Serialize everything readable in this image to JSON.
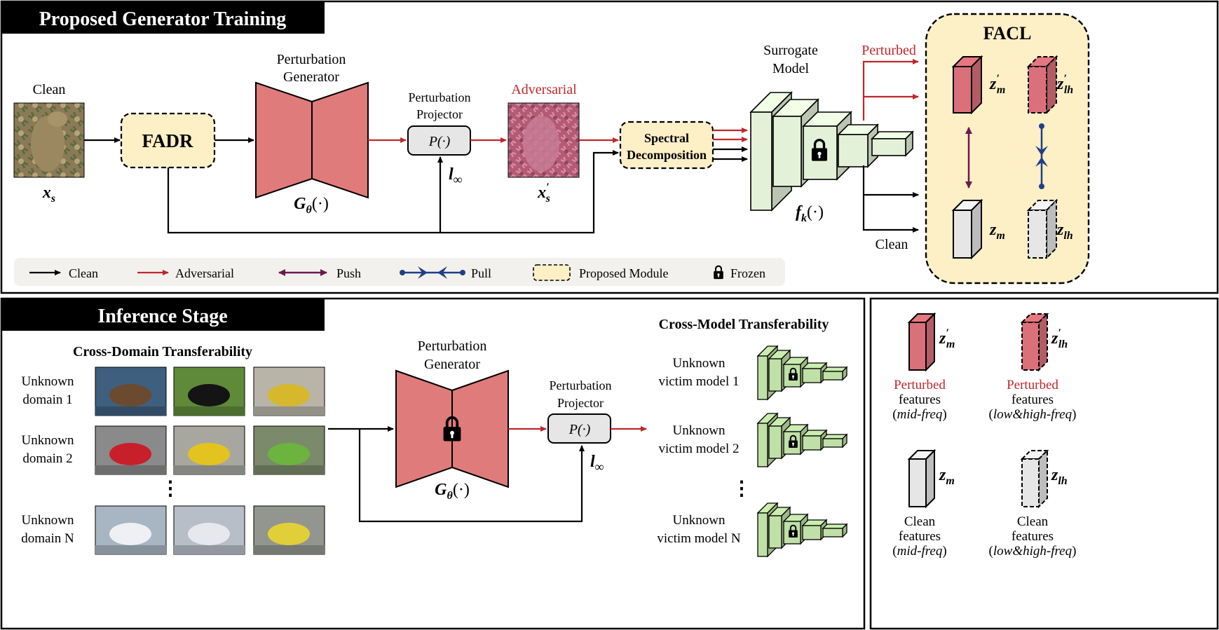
{
  "top": {
    "title": "Proposed Generator Training",
    "clean_label": "Clean",
    "input_symbol": "x",
    "input_sub": "s",
    "fadr_label": "FADR",
    "generator_label_1": "Perturbation",
    "generator_label_2": "Generator",
    "generator_symbol": "G",
    "generator_sub": "θ",
    "generator_args": "(·)",
    "projector_label_1": "Perturbation",
    "projector_label_2": "Projector",
    "projector_fn": "P(·)",
    "projector_norm": "l",
    "projector_norm_sub": "∞",
    "adversarial_label": "Adversarial",
    "adv_symbol": "x",
    "adv_sup": "′",
    "adv_sub": "s",
    "spectral_label_1": "Spectral",
    "spectral_label_2": "Decomposition",
    "surrogate_label_1": "Surrogate",
    "surrogate_label_2": "Model",
    "surrogate_symbol": "f",
    "surrogate_sub": "k",
    "surrogate_args": "(·)",
    "perturbed_label": "Perturbed",
    "clean_out_label": "Clean",
    "facl": {
      "title": "FACL",
      "zm_prime": "z",
      "zm_prime_sup": "′",
      "zm_prime_sub": "m",
      "zlh_prime": "z",
      "zlh_prime_sup": "′",
      "zlh_prime_sub": "lh",
      "zm": "z",
      "zm_sub": "m",
      "zlh": "z",
      "zlh_sub": "lh"
    },
    "legend": {
      "clean": "Clean",
      "adversarial": "Adversarial",
      "push": "Push",
      "pull": "Pull",
      "proposed": "Proposed Module",
      "frozen": "Frozen"
    }
  },
  "bottom": {
    "title": "Inference Stage",
    "cross_domain_title": "Cross-Domain Transferability",
    "domains": [
      {
        "line1": "Unknown",
        "line2": "domain 1",
        "images": [
          "duck",
          "blackbird",
          "yellow-bird"
        ]
      },
      {
        "line1": "Unknown",
        "line2": "domain 2",
        "images": [
          "red-car",
          "yellow-car",
          "green-car"
        ]
      },
      {
        "line1": "Unknown",
        "line2": "domain N",
        "images": [
          "jet-1",
          "prop-plane",
          "yellow-plane"
        ]
      }
    ],
    "ellipsis": "⋮",
    "generator_label_1": "Perturbation",
    "generator_label_2": "Generator",
    "generator_symbol": "G",
    "generator_sub": "θ",
    "generator_args": "(·)",
    "projector_label_1": "Perturbation",
    "projector_label_2": "Projector",
    "projector_fn": "P(·)",
    "projector_norm": "l",
    "projector_norm_sub": "∞",
    "cross_model_title": "Cross-Model Transferability",
    "victims": [
      {
        "line1": "Unknown",
        "line2": "victim model 1"
      },
      {
        "line1": "Unknown",
        "line2": "victim model 2"
      },
      {
        "line1": "Unknown",
        "line2": "victim model N"
      }
    ]
  },
  "side_legend": {
    "items": [
      {
        "sym": "z",
        "sup": "′",
        "sub": "m",
        "label1": "Perturbed",
        "label2": "features",
        "label3": "mid-freq"
      },
      {
        "sym": "z",
        "sup": "′",
        "sub": "lh",
        "label1": "Perturbed",
        "label2": "features",
        "label3": "low&high-freq"
      },
      {
        "sym": "z",
        "sup": "",
        "sub": "m",
        "label1": "Clean",
        "label2": "features",
        "label3": "mid-freq"
      },
      {
        "sym": "z",
        "sup": "",
        "sub": "lh",
        "label1": "Clean",
        "label2": "features",
        "label3": "low&high-freq"
      }
    ],
    "open_paren": "(",
    "close_paren": ")"
  },
  "colors": {
    "red": "#c0272d",
    "generator_fill": "#e07b7b",
    "proposed_fill": "#fdefc6",
    "box_fill": "#e6e6e6",
    "surrogate_fill": "#e3f1d9",
    "victim_fill": "#bfe0a6",
    "push": "#6b1a4f",
    "pull": "#1f3f86",
    "feature_red": "#d9707a",
    "feature_gray": "#e6e6e6"
  }
}
